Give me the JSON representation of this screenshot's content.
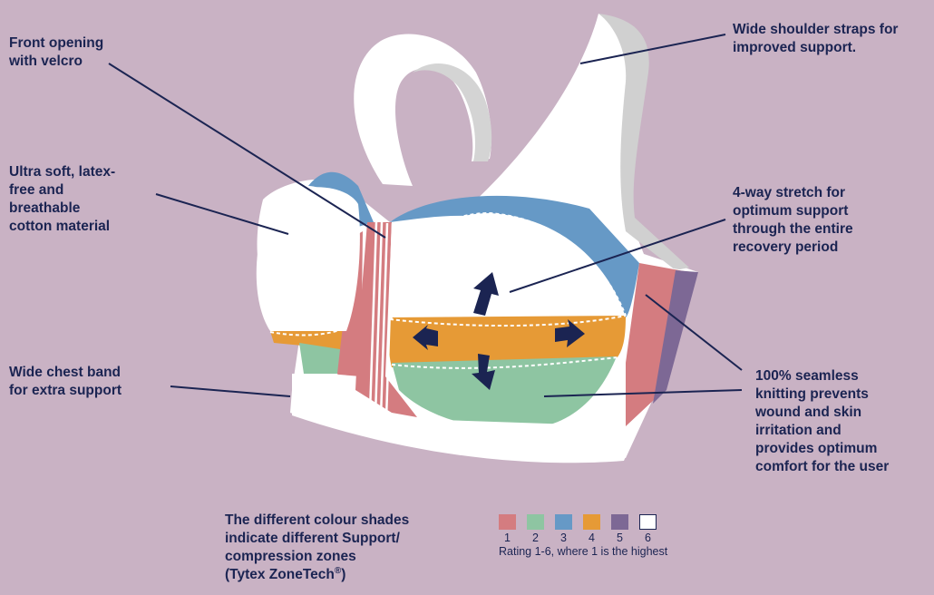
{
  "callouts": {
    "front_opening": "Front opening\nwith velcro",
    "ultra_soft": "Ultra soft, latex-\nfree and\nbreathable\ncotton material",
    "chest_band": "Wide chest band\nfor extra support",
    "shoulder_straps": "Wide shoulder straps for\nimproved support.",
    "stretch": "4-way stretch for\noptimum support\nthrough the entire\nrecovery period",
    "seamless": "100% seamless\nknitting prevents\nwound and skin\nirritation and\nprovides optimum\ncomfort for the user"
  },
  "legend": {
    "title": "The different colour shades\nindicate different Support/\ncompression zones\n(Tytex ZoneTech",
    "title_mark": "®",
    "title_end": ")",
    "caption": "Rating 1-6, where 1 is the highest",
    "zones": [
      {
        "rating": "1",
        "color": "#d47c80"
      },
      {
        "rating": "2",
        "color": "#8ec5a2"
      },
      {
        "rating": "3",
        "color": "#6699c6"
      },
      {
        "rating": "4",
        "color": "#e69a36"
      },
      {
        "rating": "5",
        "color": "#7d6895"
      },
      {
        "rating": "6",
        "color": "#ffffff"
      }
    ]
  },
  "colors": {
    "background": "#c9b2c4",
    "ink": "#1b2452",
    "strap_shade": "#d0d0d0"
  }
}
